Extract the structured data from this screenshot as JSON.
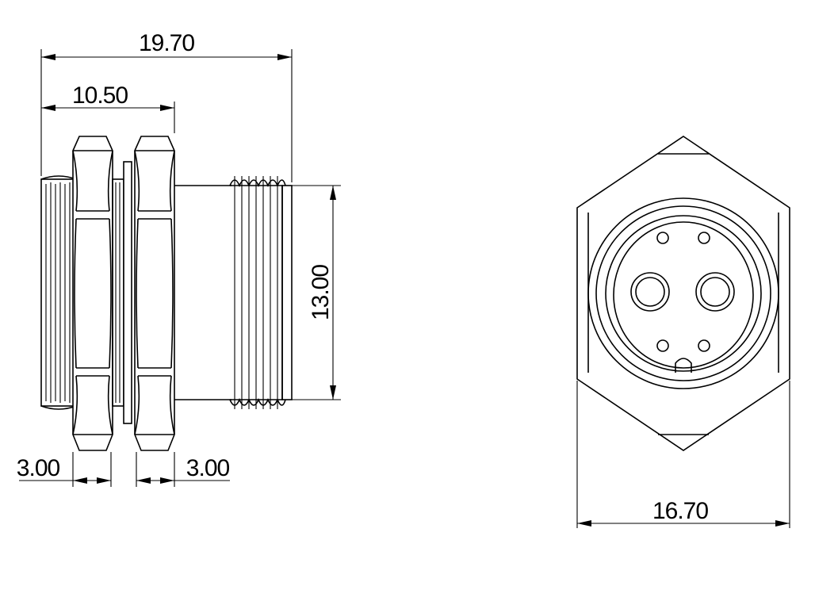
{
  "dimensions": {
    "overall_length": "19.70",
    "nut_span": "10.50",
    "thread_diameter": "13.00",
    "left_nut_width": "3.00",
    "right_nut_width": "3.00",
    "hex_width": "16.70"
  }
}
